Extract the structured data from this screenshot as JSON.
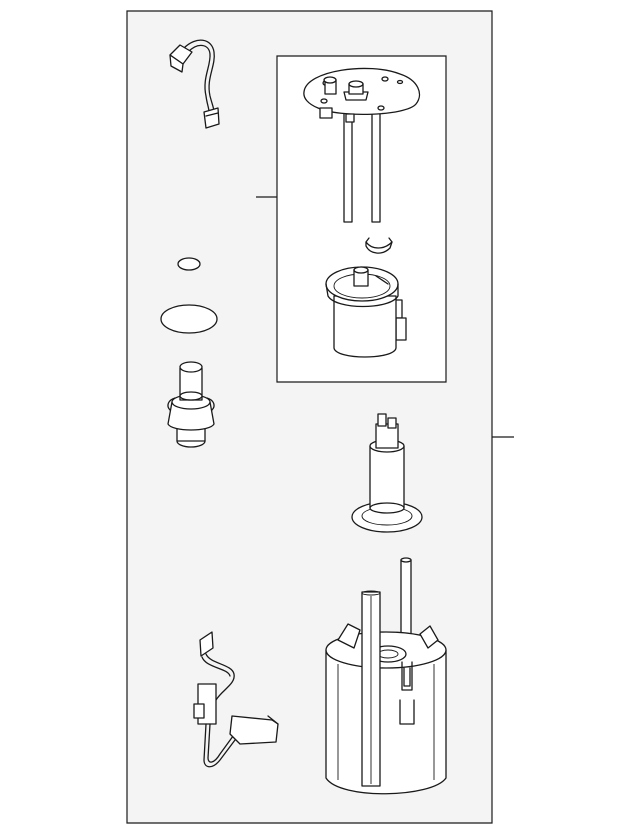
{
  "diagram": {
    "type": "exploded-parts-diagram",
    "background": "#ffffff",
    "line_color": "#1a1a1a",
    "frame_fill": "#f4f4f4",
    "inner_box_fill": "#ffffff",
    "parts": [
      {
        "id": "wire-harness",
        "icon": "wire-harness-icon"
      },
      {
        "id": "small-o-ring",
        "icon": "small-o-ring-icon"
      },
      {
        "id": "large-gasket",
        "icon": "gasket-icon"
      },
      {
        "id": "pressure-regulator",
        "icon": "pressure-regulator-icon"
      },
      {
        "id": "tank-flange-plate",
        "icon": "flange-plate-icon"
      },
      {
        "id": "retaining-clip",
        "icon": "clip-icon"
      },
      {
        "id": "fuel-filter",
        "icon": "fuel-filter-icon"
      },
      {
        "id": "fuel-pump",
        "icon": "fuel-pump-icon"
      },
      {
        "id": "fuel-level-sender",
        "icon": "fuel-level-sender-icon"
      },
      {
        "id": "pump-bracket-housing",
        "icon": "pump-housing-icon"
      }
    ]
  }
}
